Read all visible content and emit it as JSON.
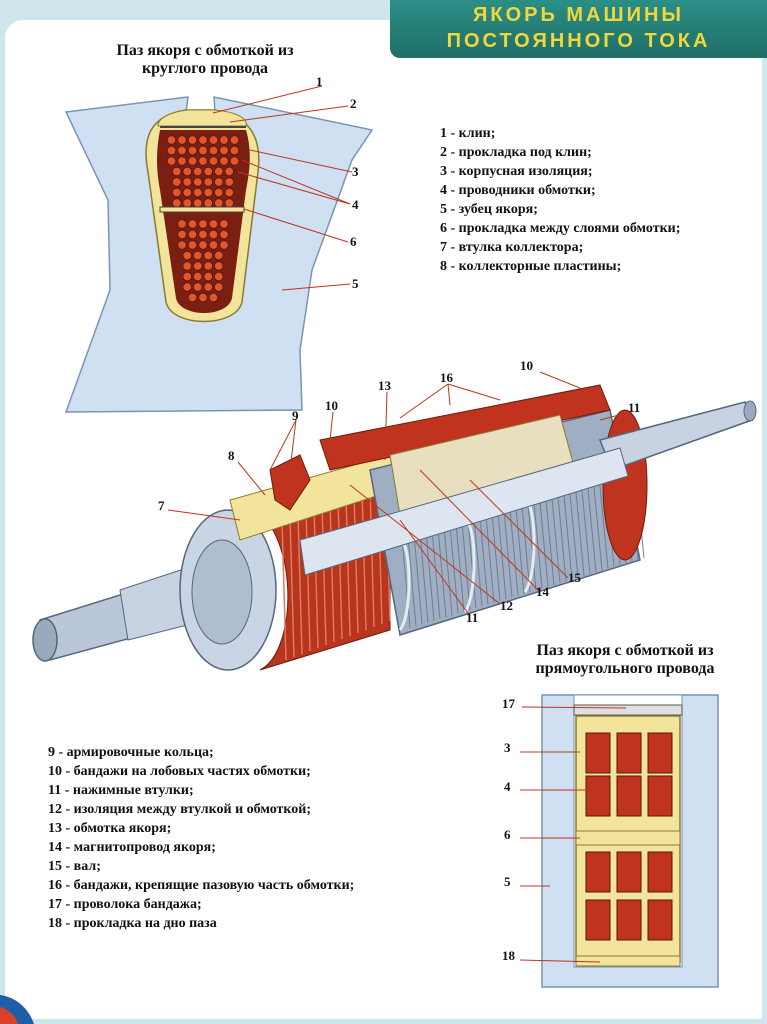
{
  "header": {
    "line1": "ЯКОРЬ МАШИНЫ",
    "line2": "ПОСТОЯННОГО ТОКА"
  },
  "round_slot": {
    "title_line1": "Паз якоря с обмоткой из",
    "title_line2": "круглого провода"
  },
  "rect_slot": {
    "title_line1": "Паз якоря с обмоткой из",
    "title_line2": "прямоугольного провода"
  },
  "legend_top": [
    "1 - клин;",
    "2 - прокладка под клин;",
    "3 - корпусная изоляция;",
    "4 - проводники обмотки;",
    "5 - зубец якоря;",
    "6 - прокладка между слоями обмотки;",
    "7 - втулка коллектора;",
    "8 - коллекторные пластины;"
  ],
  "legend_bottom": [
    "9 - армировочные кольца;",
    "10 - бандажи на лобовых частях обмотки;",
    "11 - нажимные втулки;",
    "12 - изоляция между втулкой и обмоткой;",
    "13 - обмотка якоря;",
    "14 - магнитопровод якоря;",
    "15 - вал;",
    "16 - бандажи, крепящие пазовую часть обмотки;",
    "17 - проволока бандажа;",
    "18 - прокладка на дно паза"
  ],
  "callouts_round": [
    "1",
    "2",
    "3",
    "4",
    "6",
    "5"
  ],
  "callouts_main": [
    "10",
    "13",
    "16",
    "10",
    "11",
    "9",
    "8",
    "7",
    "15",
    "14",
    "12",
    "11"
  ],
  "callouts_rect": [
    "17",
    "3",
    "4",
    "6",
    "5",
    "18"
  ],
  "colors": {
    "copper": "#c0341f",
    "insulation": "#f2e49a",
    "steel": "#a9b7c9",
    "slot_blue": "#cfe0f3",
    "banner": "#1f6f68",
    "banner_text": "#f2d73c"
  }
}
